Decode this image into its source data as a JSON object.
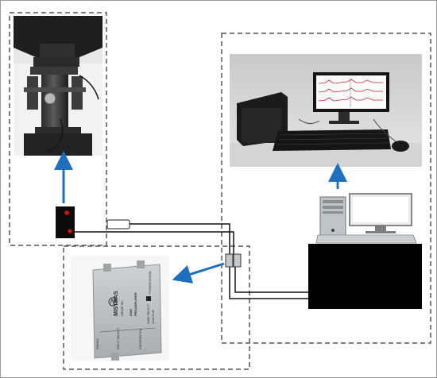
{
  "device_label": {
    "brand": "MISTRAS",
    "subbrand": "GROUP INC.",
    "model": "2/4/6",
    "product": "PREAMPLIFIER",
    "power": "POWER/SIGNAL",
    "input_select": "INPUT SELECT",
    "single": "SINGLE",
    "differential": "DIFFERENTIAL",
    "gain_select": "GAIN SELECT",
    "gain_values": "40 dB 20 dB"
  },
  "colors": {
    "arrow": "#1f6fc0",
    "dashed_border": "#555555",
    "wire": "#111111",
    "sensor_led": "#e01010"
  }
}
